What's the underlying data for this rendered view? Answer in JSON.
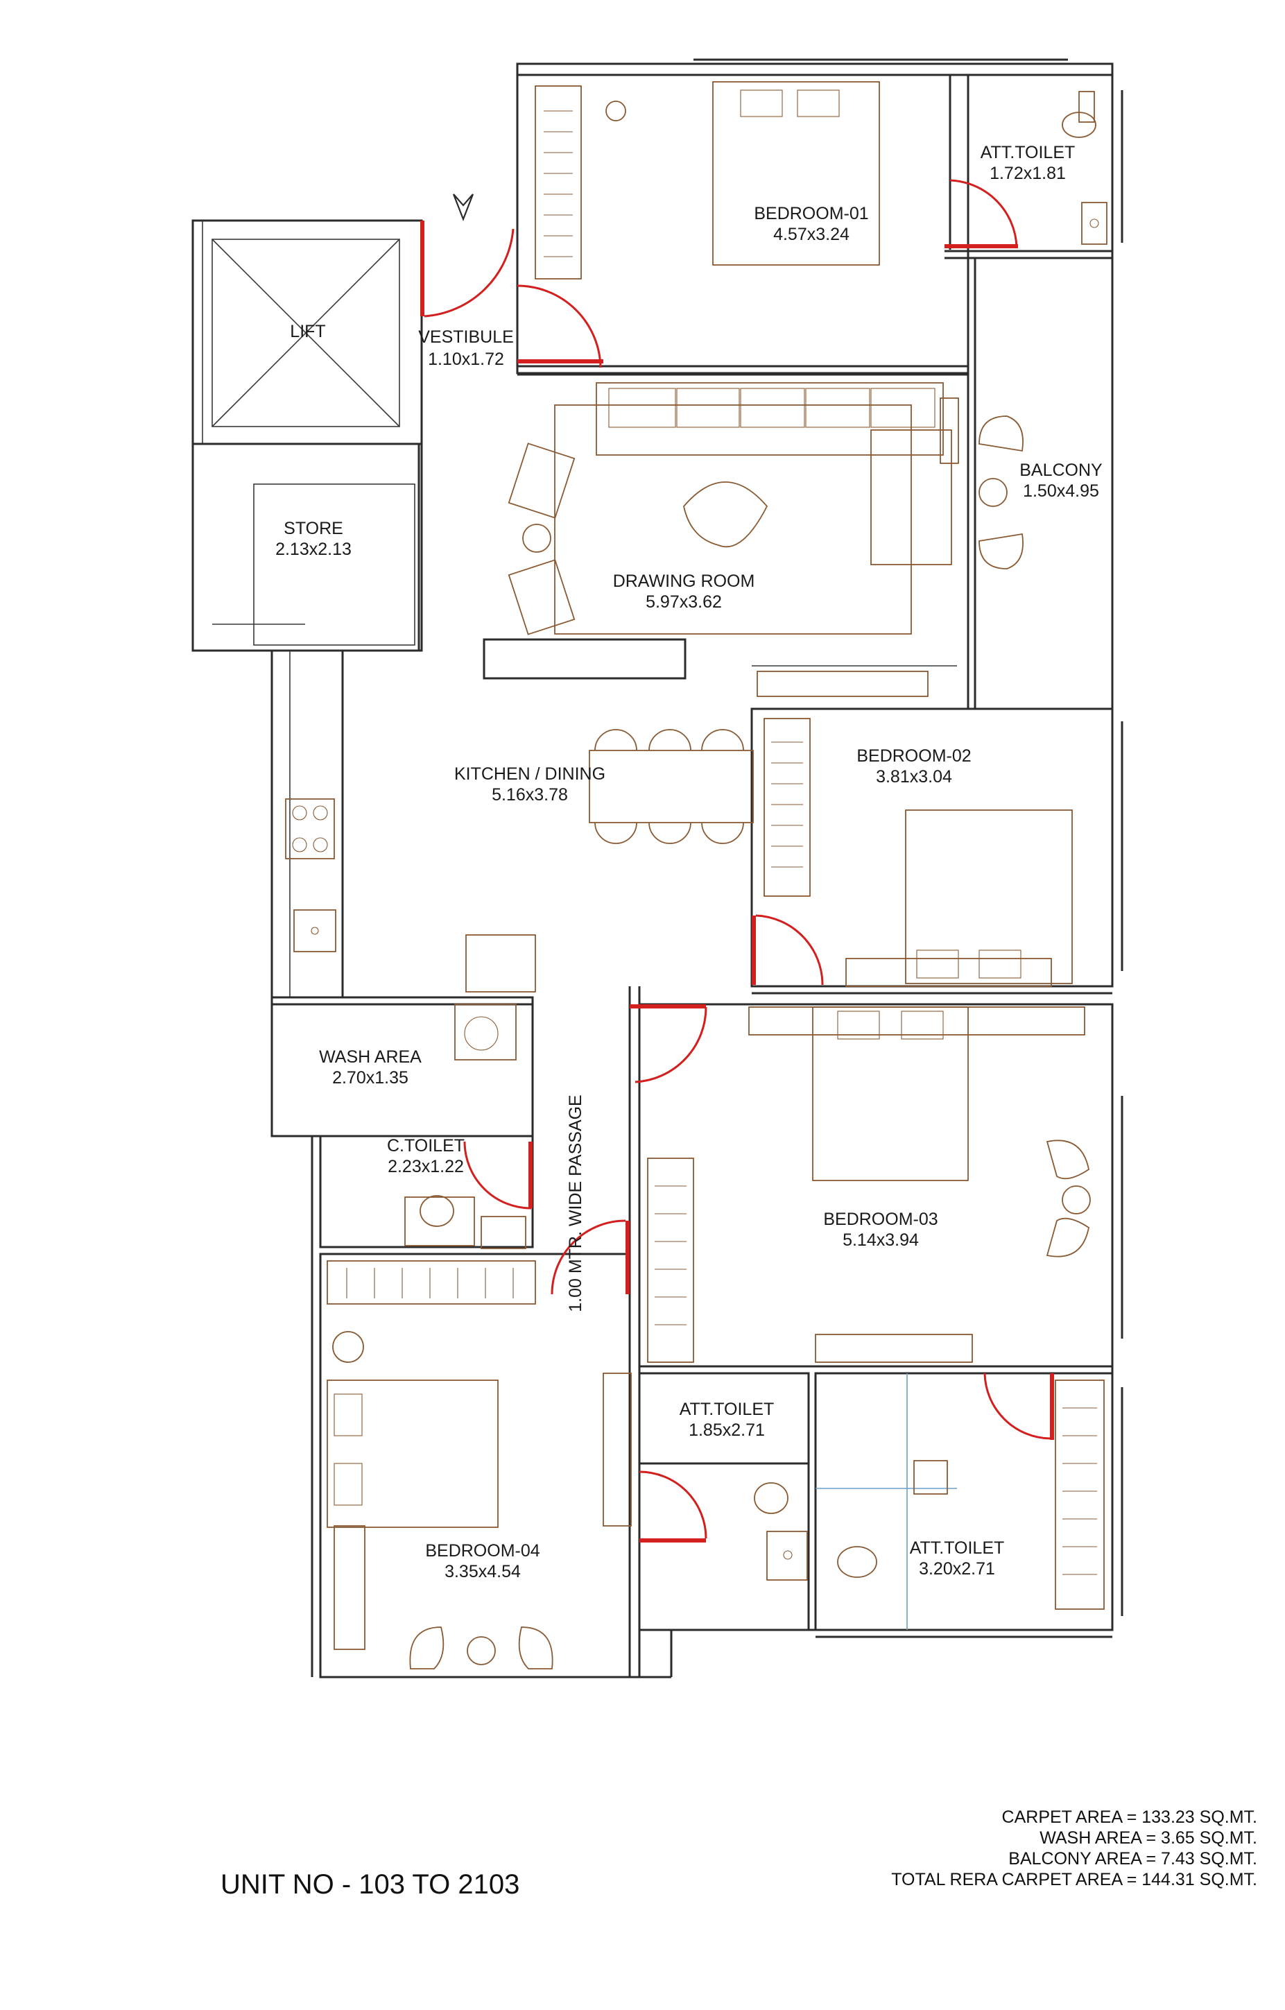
{
  "rooms": {
    "bedroom1": {
      "name": "BEDROOM-01",
      "size": "4.57x3.24"
    },
    "att_toilet1": {
      "name": "ATT.TOILET",
      "size": "1.72x1.81"
    },
    "lift": {
      "name": "LIFT"
    },
    "vestibule": {
      "name": "VESTIBULE",
      "size": "1.10x1.72"
    },
    "balcony": {
      "name": "BALCONY",
      "size": "1.50x4.95"
    },
    "store": {
      "name": "STORE",
      "size": "2.13x2.13"
    },
    "drawing": {
      "name": "DRAWING ROOM",
      "size": "5.97x3.62"
    },
    "kitchen": {
      "name": "KITCHEN / DINING",
      "size": "5.16x3.78"
    },
    "bedroom2": {
      "name": "BEDROOM-02",
      "size": "3.81x3.04"
    },
    "wash": {
      "name": "WASH AREA",
      "size": "2.70x1.35"
    },
    "ctoilet": {
      "name": "C.TOILET",
      "size": "2.23x1.22"
    },
    "passage": {
      "name": "1.00 MTR. WIDE PASSAGE"
    },
    "bedroom3": {
      "name": "BEDROOM-03",
      "size": "5.14x3.94"
    },
    "att_toilet2": {
      "name": "ATT.TOILET",
      "size": "1.85x2.71"
    },
    "att_toilet3": {
      "name": "ATT.TOILET",
      "size": "3.20x2.71"
    },
    "bedroom4": {
      "name": "BEDROOM-04",
      "size": "3.35x4.54"
    }
  },
  "footer": {
    "unit": "UNIT NO - 103 TO 2103",
    "carpet": "CARPET AREA = 133.23 SQ.MT.",
    "wash_area": "WASH AREA = 3.65 SQ.MT.",
    "balcony_area": "BALCONY AREA = 7.43 SQ.MT.",
    "total": "TOTAL RERA CARPET AREA = 144.31 SQ.MT."
  },
  "colors": {
    "wall": "#2b2b2b",
    "furniture": "#8a5a32",
    "door": "#d41f1f",
    "glass": "#6aa0c8"
  }
}
